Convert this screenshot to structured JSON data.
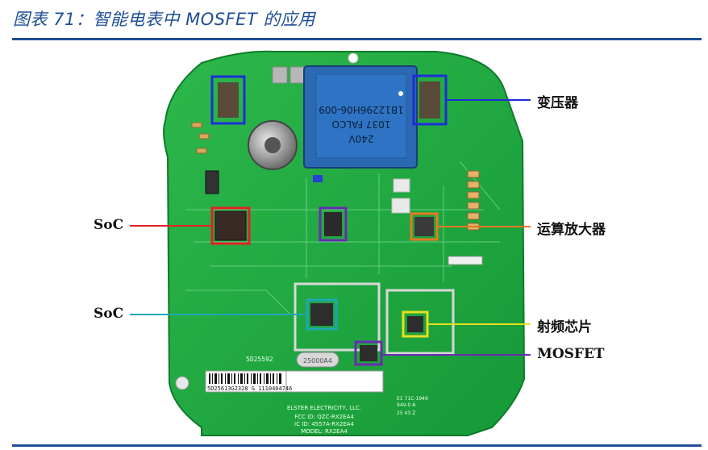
{
  "figure": {
    "caption": "图表 71：智能电表中 MOSFET 的应用"
  },
  "board": {
    "transformer_text": [
      "240V",
      "1037 FALCO",
      "1B12296H06-009"
    ],
    "serial_small": "5D25592",
    "barcode_text": "5D25613G2328 G 1110404746",
    "crystal_text": "25000A4",
    "maker_text": "ELSTER ELECTRICITY, LLC.",
    "fcc_text": "FCC ID: QZC-RX2EA4",
    "ic_text": "IC ID: 4557A-RX2EA4",
    "model_text": "MODEL: RX2EA4",
    "corner_text": [
      "E1 71C-1946",
      "94V-0 A",
      "25 43 Z"
    ]
  },
  "annotations": {
    "transformer": "变压器",
    "soc_top": "SoC",
    "opamp": "运算放大器",
    "soc_bottom": "SoC",
    "rf_chip": "射频芯片",
    "mosfet": "MOSFET"
  },
  "colors": {
    "caption": "#1f4e96",
    "transformer_box": "#1e2fd6",
    "soc_top_box": "#e32025",
    "mosfet_box": "#6a2bb0",
    "opamp_box": "#e67822",
    "soc_bottom_box": "#1fa7b3",
    "rf_box": "#e8df1e"
  }
}
